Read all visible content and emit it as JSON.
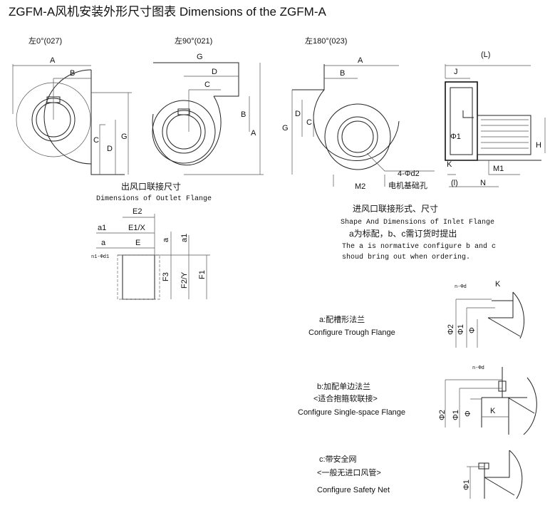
{
  "title": "ZGFM-A风机安装外形尺寸图表 Dimensions of the ZGFM-A",
  "views": {
    "left0": {
      "label": "左0°(027)",
      "dims": [
        "A",
        "B",
        "C",
        "D",
        "G"
      ]
    },
    "left90": {
      "label": "左90°(021)",
      "dims": [
        "G",
        "D",
        "C",
        "B",
        "A"
      ]
    },
    "left180": {
      "label": "左180°(023)",
      "dims": [
        "A",
        "B",
        "D",
        "C",
        "G",
        "M2"
      ],
      "hole_spec": "4-Φd2",
      "hole_label": "电机基础孔"
    },
    "side": {
      "dims": [
        "(L)",
        "J",
        "Φ1",
        "H",
        "K",
        "M1",
        "(l)",
        "N"
      ]
    }
  },
  "outlet": {
    "title_cn": "出风口联接尺寸",
    "title_en": "Dimensions of Outlet Flange",
    "dims": [
      "E2",
      "a1",
      "E1/X",
      "a",
      "E",
      "n1-Φd1",
      "F3",
      "F2/Y",
      "F1",
      "a",
      "a1"
    ]
  },
  "inlet": {
    "title_cn": "进风口联接形式、尺寸",
    "title_en": "Shape And Dimensions of Inlet Flange",
    "note_cn": "a为标配，b、c需订货时提出",
    "note_en_1": "The a is normative configure b and c",
    "note_en_2": "shoud bring out  when ordering."
  },
  "configs": [
    {
      "label_cn": "a:配槽形法兰",
      "label_en": "Configure Trough Flange",
      "dims": [
        "n-Φd",
        "K",
        "Φ2",
        "Φ1",
        "Φ"
      ]
    },
    {
      "label_cn": "b:加配单边法兰",
      "sub_cn": "<适合抱箍软联接>",
      "label_en": "Configure Single-space Flange",
      "dims": [
        "n-Φd",
        "Φ2",
        "Φ1",
        "Φ",
        "K"
      ]
    },
    {
      "label_cn": "c:带安全网",
      "sub_cn": "<一般无进口风管>",
      "label_en": "Configure Safety Net",
      "dims": [
        "Φ1"
      ]
    }
  ]
}
